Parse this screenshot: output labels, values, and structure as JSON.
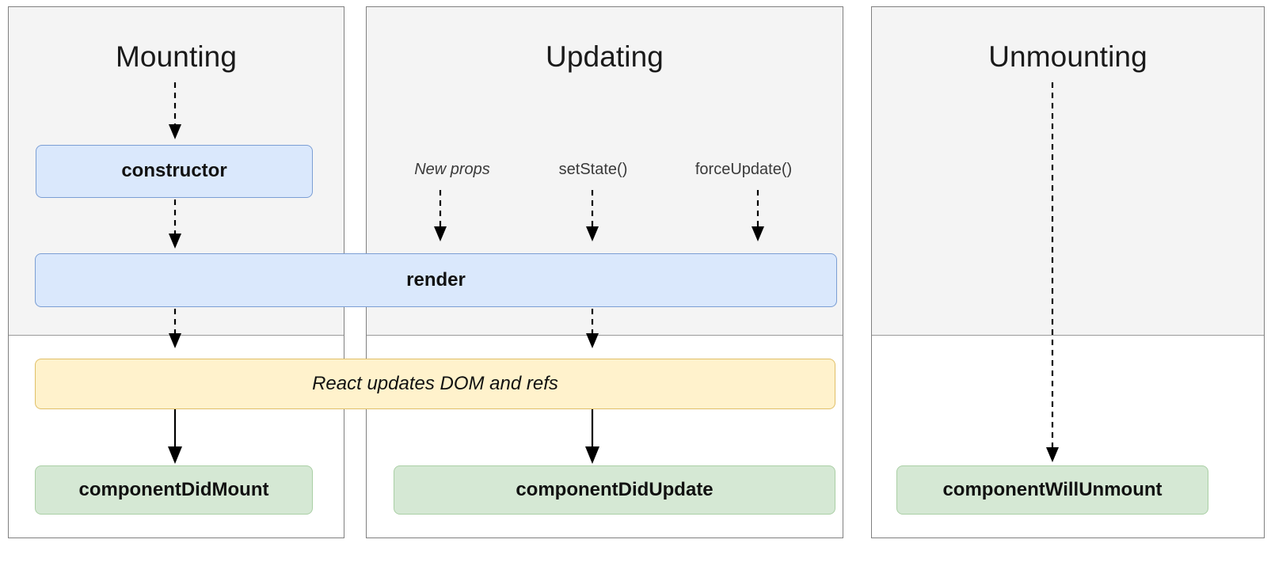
{
  "diagram": {
    "title_semantic": "react-component-lifecycle",
    "colors": {
      "mount_phase_bg": "#f4f4f4",
      "commit_phase_bg": "#ffffff",
      "lifecycle_blue": "#dae8fc",
      "lifecycle_blue_border": "#7b9ed4",
      "lifecycle_green": "#d5e8d4",
      "lifecycle_green_border": "#aacfa5",
      "react_work_yellow": "#fff2cc",
      "react_work_yellow_border": "#e0bf68",
      "panel_border": "#808080",
      "connector": "#000000",
      "text": "#111111",
      "trigger_text": "#3a3a3a"
    },
    "columns": [
      {
        "id": "mounting",
        "title": "Mounting"
      },
      {
        "id": "updating",
        "title": "Updating"
      },
      {
        "id": "unmounting",
        "title": "Unmounting"
      }
    ],
    "triggers": [
      {
        "id": "new-props",
        "label": "New props",
        "style": "italic"
      },
      {
        "id": "set-state",
        "label": "setState()",
        "style": "normal"
      },
      {
        "id": "force-update",
        "label": "forceUpdate()",
        "style": "normal"
      }
    ],
    "nodes": {
      "constructor": {
        "label": "constructor",
        "kind": "lifecycle-method",
        "color": "blue"
      },
      "render": {
        "label": "render",
        "kind": "lifecycle-method",
        "color": "blue"
      },
      "react_dom_work": {
        "label": "React updates DOM and refs",
        "kind": "react-internal",
        "color": "yellow"
      },
      "component_did_mount": {
        "label": "componentDidMount",
        "kind": "lifecycle-method",
        "color": "green"
      },
      "component_did_update": {
        "label": "componentDidUpdate",
        "kind": "lifecycle-method",
        "color": "green"
      },
      "component_will_unmount": {
        "label": "componentWillUnmount",
        "kind": "lifecycle-method",
        "color": "green"
      }
    }
  }
}
